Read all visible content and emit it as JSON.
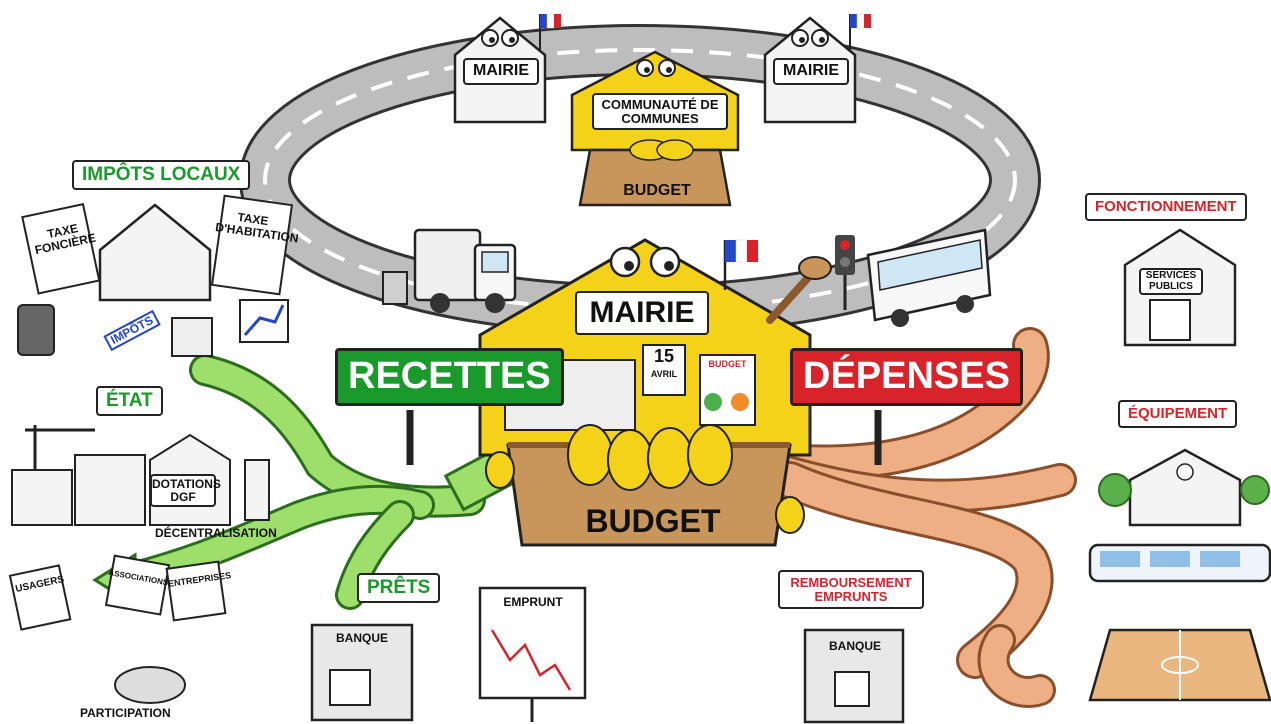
{
  "center": {
    "mairie": "MAIRIE",
    "budget": "BUDGET",
    "calendar_day": "15",
    "calendar_month": "AVRIL",
    "board_label": "BUDGET"
  },
  "top": {
    "mairie_left": "MAIRIE",
    "mairie_right": "MAIRIE",
    "communaute": "COMMUNAUTÉ DE COMMUNES",
    "budget": "BUDGET"
  },
  "recettes": {
    "sign": "RECETTES",
    "impots_locaux": "IMPÔTS LOCAUX",
    "taxe_fonciere": "TAXE FONCIÈRE",
    "taxe_habitation": "TAXE D'HABITATION",
    "impots_tag": "IMPÔTS",
    "etat": "ÉTAT",
    "dotations": "DOTATIONS DGF",
    "decentralisation": "DÉCENTRALISATION",
    "usagers": "USAGERS",
    "associations": "ASSOCIATIONS",
    "entreprises": "ENTREPRISES",
    "participation": "PARTICIPATION",
    "prets": "PRÊTS",
    "banque": "BANQUE",
    "emprunt": "EMPRUNT"
  },
  "depenses": {
    "sign": "DÉPENSES",
    "fonctionnement": "FONCTIONNEMENT",
    "services_publics": "SERVICES PUBLICS",
    "equipement": "ÉQUIPEMENT",
    "remboursement": "REMBOURSEMENT EMPRUNTS",
    "banque": "BANQUE"
  },
  "colors": {
    "green": "#1a9a2a",
    "red": "#d8232a",
    "yellow": "#f5d21a",
    "road": "#b9b9b9",
    "salmon": "#efaf85",
    "light_green": "#9ede6a",
    "wood": "#c8955a"
  }
}
